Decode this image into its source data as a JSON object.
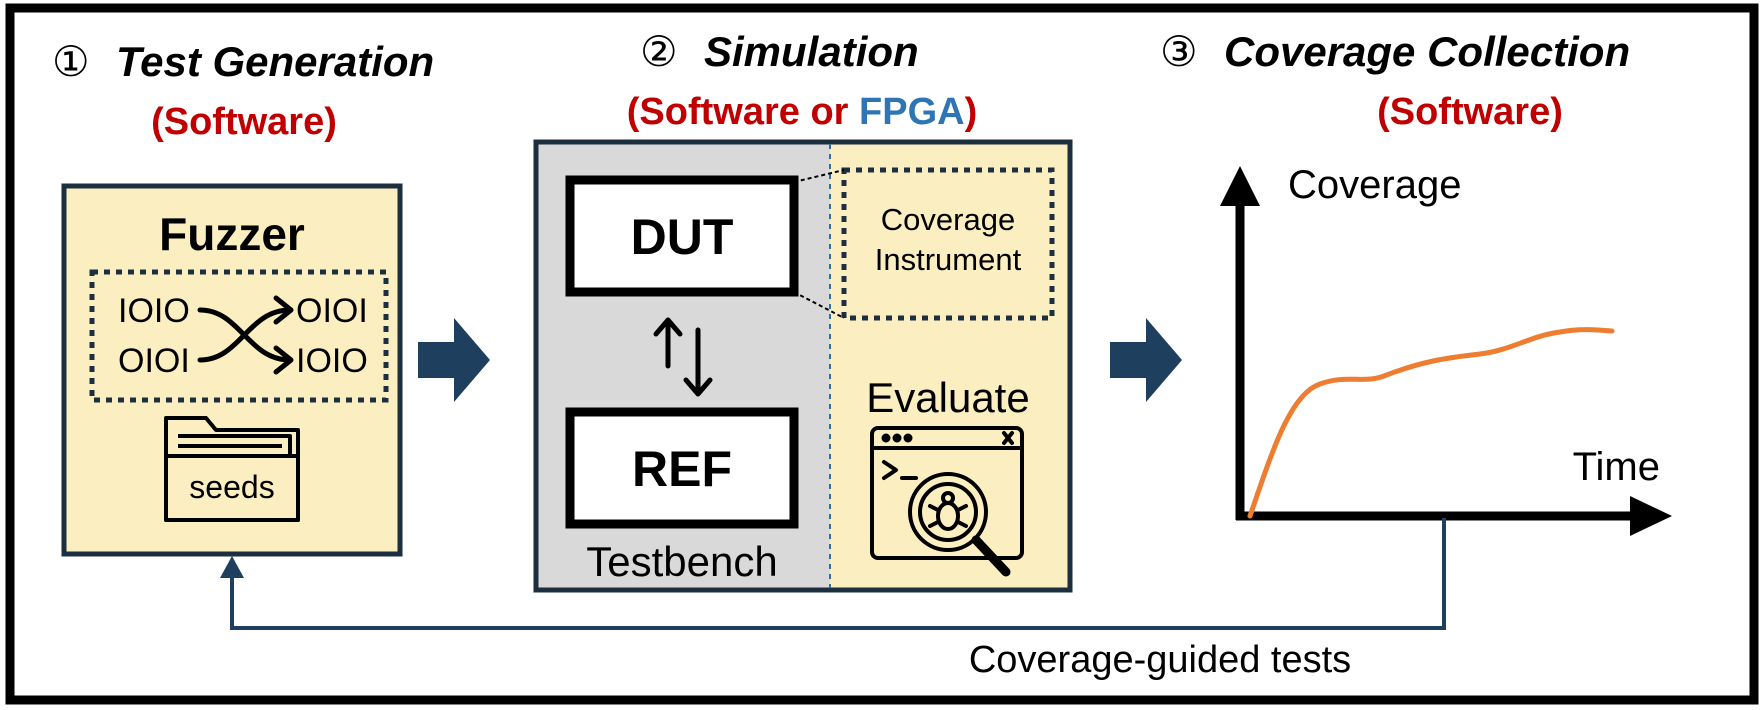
{
  "stages": {
    "test_generation": {
      "number": "①",
      "title": "Test Generation",
      "platform": "(Software)"
    },
    "simulation": {
      "number": "②",
      "title": "Simulation",
      "platform_open": "(Software or ",
      "platform_fpga": "FPGA",
      "platform_close": ")"
    },
    "coverage_collection": {
      "number": "③",
      "title": "Coverage Collection",
      "platform": "(Software)"
    }
  },
  "fuzzer": {
    "title": "Fuzzer",
    "bits_in_1": "IOIO",
    "bits_in_2": "OIOI",
    "bits_out_1": "OIOI",
    "bits_out_2": "IOIO",
    "seeds_label": "seeds"
  },
  "testbench": {
    "dut_label": "DUT",
    "ref_label": "REF",
    "testbench_label": "Testbench",
    "coverage_instrument_line1": "Coverage",
    "coverage_instrument_line2": "Instrument",
    "evaluate_label": "Evaluate"
  },
  "plot": {
    "y_label": "Coverage",
    "x_label": "Time"
  },
  "feedback_label": "Coverage-guided tests",
  "colors": {
    "accent_red": "#c00000",
    "fpga_blue": "#2e75b6",
    "navy": "#1f3f5f",
    "panel_yellow": "#fbeec0",
    "panel_gray": "#d9d9d9",
    "curve_orange": "#ed7d31"
  }
}
